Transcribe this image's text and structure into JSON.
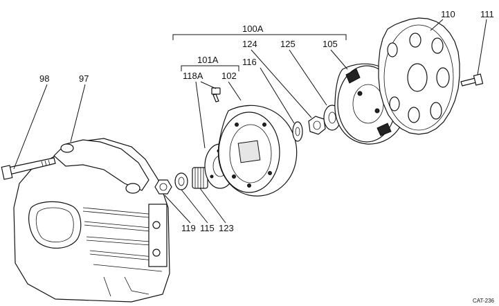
{
  "labels": {
    "p98": "98",
    "p97": "97",
    "p100a": "100A",
    "p101a": "101A",
    "p118a": "118A",
    "p102": "102",
    "p116": "116",
    "p124": "124",
    "p125": "125",
    "p105": "105",
    "p110": "110",
    "p111": "111",
    "p119": "119",
    "p115": "115",
    "p123": "123"
  },
  "catalog_code": "CAT-236"
}
